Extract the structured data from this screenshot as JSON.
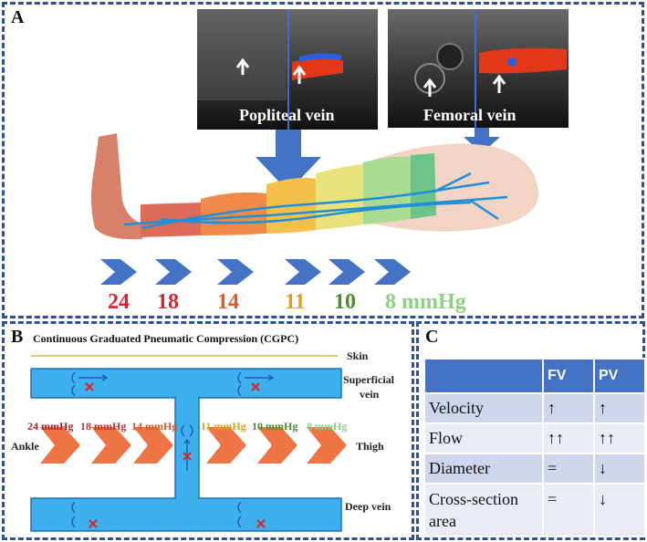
{
  "panel_a": {
    "label": "A",
    "images": [
      {
        "caption": "Popliteal vein"
      },
      {
        "caption": "Femoral vein"
      }
    ],
    "pressures": [
      {
        "value": "24",
        "color": "#e0202a"
      },
      {
        "value": "18",
        "color": "#d8262e"
      },
      {
        "value": "14",
        "color": "#e2592a"
      },
      {
        "value": "11",
        "color": "#e0a21e"
      },
      {
        "value": "10",
        "color": "#4c8c2c"
      },
      {
        "value": "8 mmHg",
        "color": "#8fcf84"
      }
    ]
  },
  "panel_b": {
    "label": "B",
    "title": "Continuous Graduated Pneumatic Compression (CGPC)",
    "skin": "Skin",
    "superficial_vein": [
      "Superficial",
      "vein"
    ],
    "deep_vein": "Deep vein",
    "ankle": "Ankle",
    "thigh": "Thigh",
    "pressures": [
      {
        "value": "24 mmHg",
        "color": "#a8202a"
      },
      {
        "value": "18 mmHg",
        "color": "#c0302a"
      },
      {
        "value": "14 mmHg",
        "color": "#d8582a"
      },
      {
        "value": "11 mmHg",
        "color": "#d8a21e"
      },
      {
        "value": "10 mmHg",
        "color": "#4c8c2c"
      },
      {
        "value": "8 mmHg",
        "color": "#8fcf84"
      }
    ]
  },
  "panel_c": {
    "label": "C",
    "header": [
      "",
      "FV",
      "PV"
    ],
    "rows": [
      [
        "Velocity",
        "↑",
        "↑"
      ],
      [
        "Flow",
        "↑↑",
        "↑↑"
      ],
      [
        "Diameter",
        "=",
        "↓"
      ],
      [
        "Cross-section area",
        "=",
        "↓"
      ]
    ]
  },
  "colors": {
    "border": "#2f4f8f",
    "arrow_blue": "#4472c4",
    "chevron_orange": "#ee7444",
    "vein_blue": "#1f8fd8"
  }
}
